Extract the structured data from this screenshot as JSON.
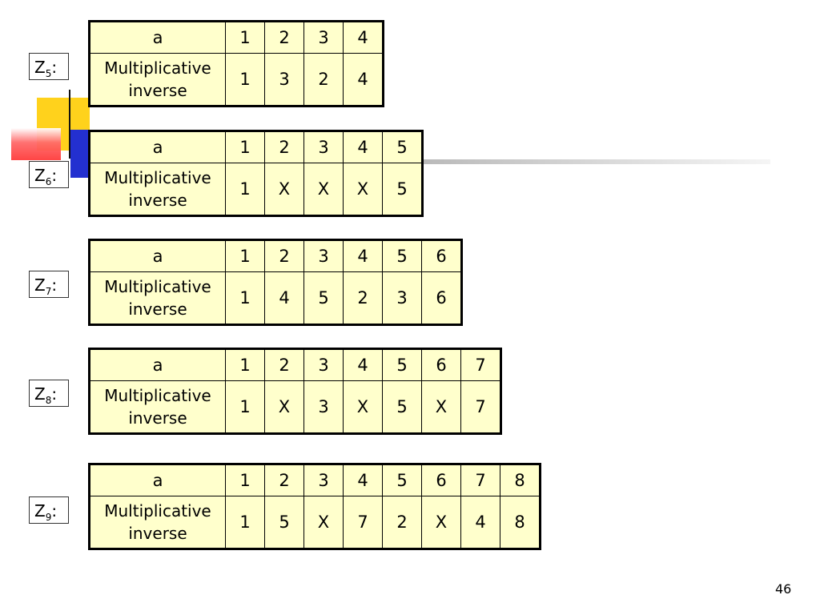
{
  "slide": {
    "page_number": "46",
    "header_label": "a",
    "row_label": "Multiplicative inverse"
  },
  "tables": [
    {
      "z": "5",
      "a": [
        "1",
        "2",
        "3",
        "4"
      ],
      "inv": [
        "1",
        "3",
        "2",
        "4"
      ]
    },
    {
      "z": "6",
      "a": [
        "1",
        "2",
        "3",
        "4",
        "5"
      ],
      "inv": [
        "1",
        "X",
        "X",
        "X",
        "5"
      ]
    },
    {
      "z": "7",
      "a": [
        "1",
        "2",
        "3",
        "4",
        "5",
        "6"
      ],
      "inv": [
        "1",
        "4",
        "5",
        "2",
        "3",
        "6"
      ]
    },
    {
      "z": "8",
      "a": [
        "1",
        "2",
        "3",
        "4",
        "5",
        "6",
        "7"
      ],
      "inv": [
        "1",
        "X",
        "3",
        "X",
        "5",
        "X",
        "7"
      ]
    },
    {
      "z": "9",
      "a": [
        "1",
        "2",
        "3",
        "4",
        "5",
        "6",
        "7",
        "8"
      ],
      "inv": [
        "1",
        "5",
        "X",
        "7",
        "2",
        "X",
        "4",
        "8"
      ]
    }
  ]
}
